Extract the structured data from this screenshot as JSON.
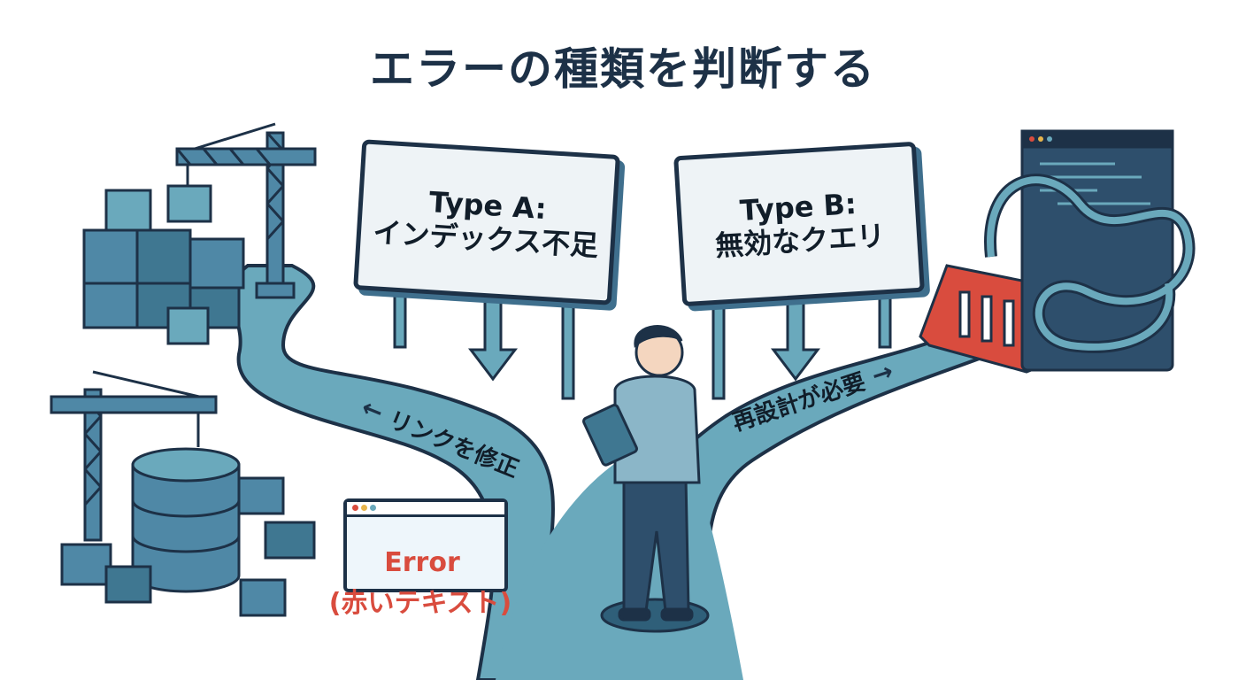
{
  "title": "エラーの種類を判断する",
  "signs": {
    "a": {
      "line1": "Type A:",
      "line2": "インデックス不足"
    },
    "b": {
      "line1": "Type B:",
      "line2": "無効なクエリ"
    }
  },
  "paths": {
    "a_label": "リンクを修正",
    "b_label": "再設計が必要",
    "a_arrow": "←",
    "b_arrow": "→"
  },
  "error_window": {
    "label": "Error",
    "note": "(赤いテキスト)"
  },
  "colors": {
    "navy": "#1d3147",
    "teal": "#6aa9bc",
    "teal_dark": "#3f7791",
    "block": "#4f88a6",
    "red": "#d94c3e"
  },
  "icons": [
    "crane-icon",
    "cubes-icon",
    "database-icon",
    "person-icon",
    "tablet-icon",
    "barrier-icon",
    "tangled-pipes-icon",
    "code-window-icon"
  ]
}
